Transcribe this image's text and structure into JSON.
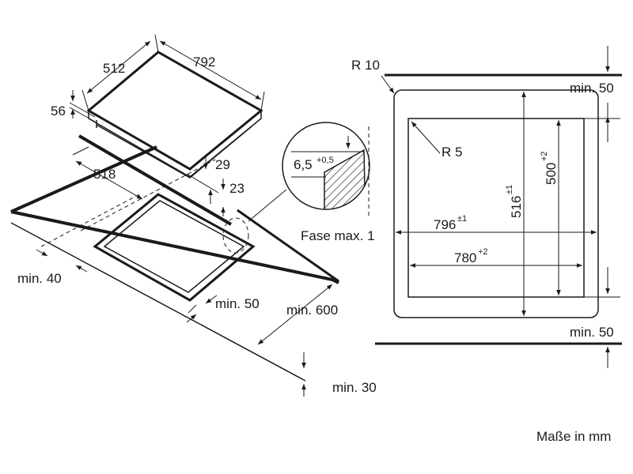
{
  "perspective": {
    "hob_width": "512",
    "hob_length": "792",
    "hob_edge": "56",
    "cutout_depth": "518",
    "height_total": "29",
    "height_glass": "23",
    "min_front_left": "min. 40",
    "min_front": "min. 50",
    "min_worktop": "min. 600",
    "min_wall": "min. 30"
  },
  "detail": {
    "height_value": "6,5",
    "height_tolerance": "+0,5",
    "chamfer": "Fase max. 1"
  },
  "plan": {
    "corner_outer": "R 10",
    "corner_inner": "R 5",
    "clearance_top": "min. 50",
    "clearance_bottom": "min. 50",
    "outer_width": "796",
    "outer_width_tol": "±1",
    "inner_width": "780",
    "inner_width_tol": "+2",
    "outer_depth": "516",
    "outer_depth_tol": "±1",
    "inner_depth": "500",
    "inner_depth_tol": "+2"
  },
  "units_note": "Maße in mm"
}
